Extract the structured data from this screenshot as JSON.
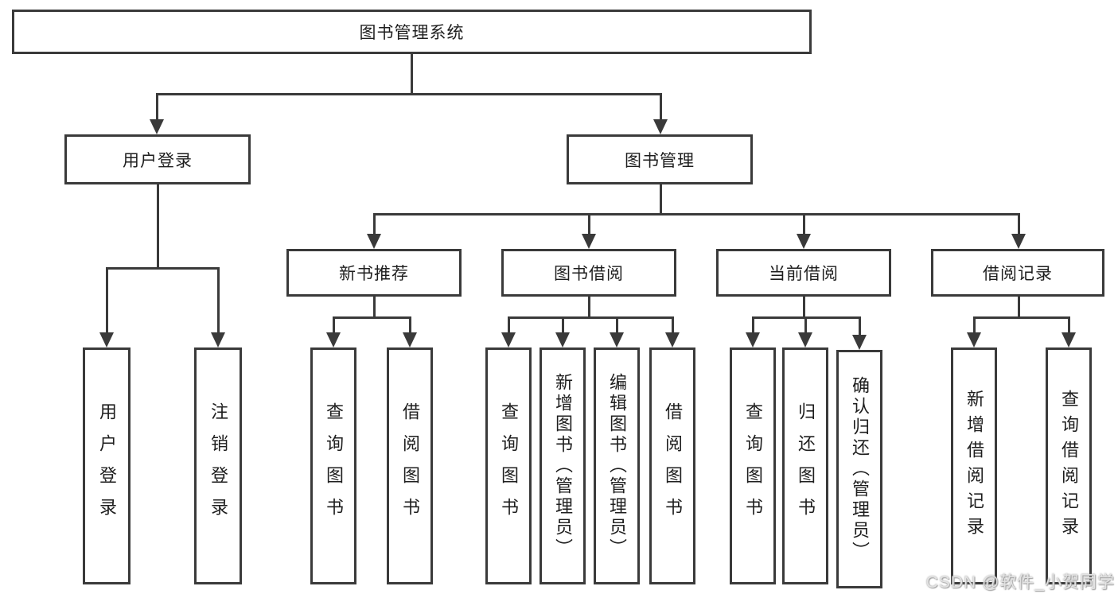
{
  "diagram": {
    "root": {
      "label": "图书管理系统"
    },
    "login": {
      "label": "用户登录",
      "children": [
        {
          "label": "用户登录"
        },
        {
          "label": "注销登录"
        }
      ]
    },
    "management": {
      "label": "图书管理",
      "children": [
        {
          "label": "新书推荐",
          "children": [
            {
              "label": "查询图书"
            },
            {
              "label": "借阅图书"
            }
          ]
        },
        {
          "label": "图书借阅",
          "children": [
            {
              "label": "查询图书"
            },
            {
              "label": "新增图书（管理员）"
            },
            {
              "label": "编辑图书（管理员）"
            },
            {
              "label": "借阅图书"
            }
          ]
        },
        {
          "label": "当前借阅",
          "children": [
            {
              "label": "查询图书"
            },
            {
              "label": "归还图书"
            },
            {
              "label": "确认归还（管理员）"
            }
          ]
        },
        {
          "label": "借阅记录",
          "children": [
            {
              "label": "新增借阅记录"
            },
            {
              "label": "查询借阅记录"
            }
          ]
        }
      ]
    },
    "watermark": "CSDN @软件_小贺同学",
    "colors": {
      "line": "#3a3a3a",
      "box_fill": "#ffffff",
      "text": "#1e1e1e",
      "background": "#ffffff",
      "watermark": "#e3e3e3"
    }
  }
}
